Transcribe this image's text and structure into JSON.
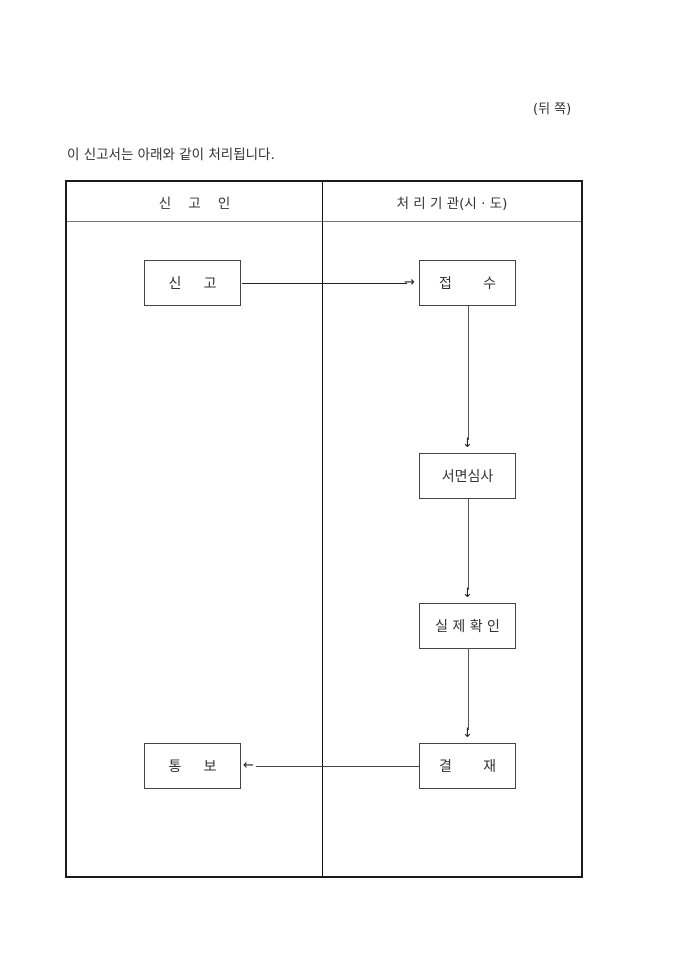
{
  "page_side": "(뒤 쪽)",
  "intro": "이 신고서는 아래와 같이 처리됩니다.",
  "table": {
    "header_left": "신    고    인",
    "header_right": "처 리 기 관(시 · 도)"
  },
  "flow": {
    "applicant_steps": {
      "report": "신     고",
      "notify": "통     보"
    },
    "agency_steps": {
      "receipt": "접       수",
      "document_review": "서면심사",
      "site_check": "실 제 확 인",
      "approval": "결       재"
    },
    "arrows": {
      "right": "→",
      "down": "↓",
      "left": "←"
    }
  }
}
